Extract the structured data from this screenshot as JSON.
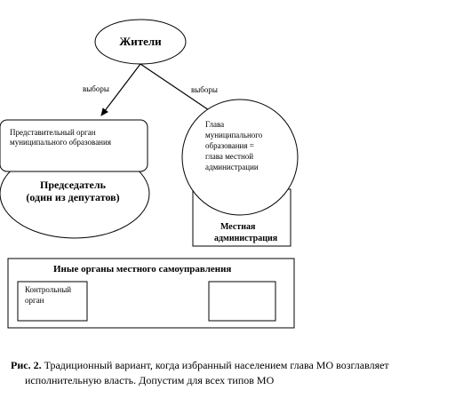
{
  "nodes": {
    "residents": {
      "label": "Жители"
    },
    "representative_body": {
      "lines": [
        "Представительный орган",
        "муниципального образования"
      ]
    },
    "chairman": {
      "lines": [
        "Председатель",
        "(один из депутатов)"
      ]
    },
    "head": {
      "lines": [
        "Глава",
        "муниципального",
        "образования =",
        "глава местной",
        "администрации"
      ]
    },
    "local_admin": {
      "lines": [
        "Местная",
        "администрация"
      ]
    },
    "other_bodies": {
      "label": "Иные органы местного самоуправления"
    },
    "control_body": {
      "lines": [
        "Контрольный",
        "орган"
      ]
    },
    "empty_box": {
      "label": ""
    }
  },
  "edges": {
    "left_label": "выборы",
    "right_label": "выборы"
  },
  "caption": {
    "prefix": "Рис. 2.",
    "line1": " Традиционный вариант, когда избранный населением глава МО возглавляет",
    "line2": "исполнительную власть. Допустим для всех типов МО"
  }
}
